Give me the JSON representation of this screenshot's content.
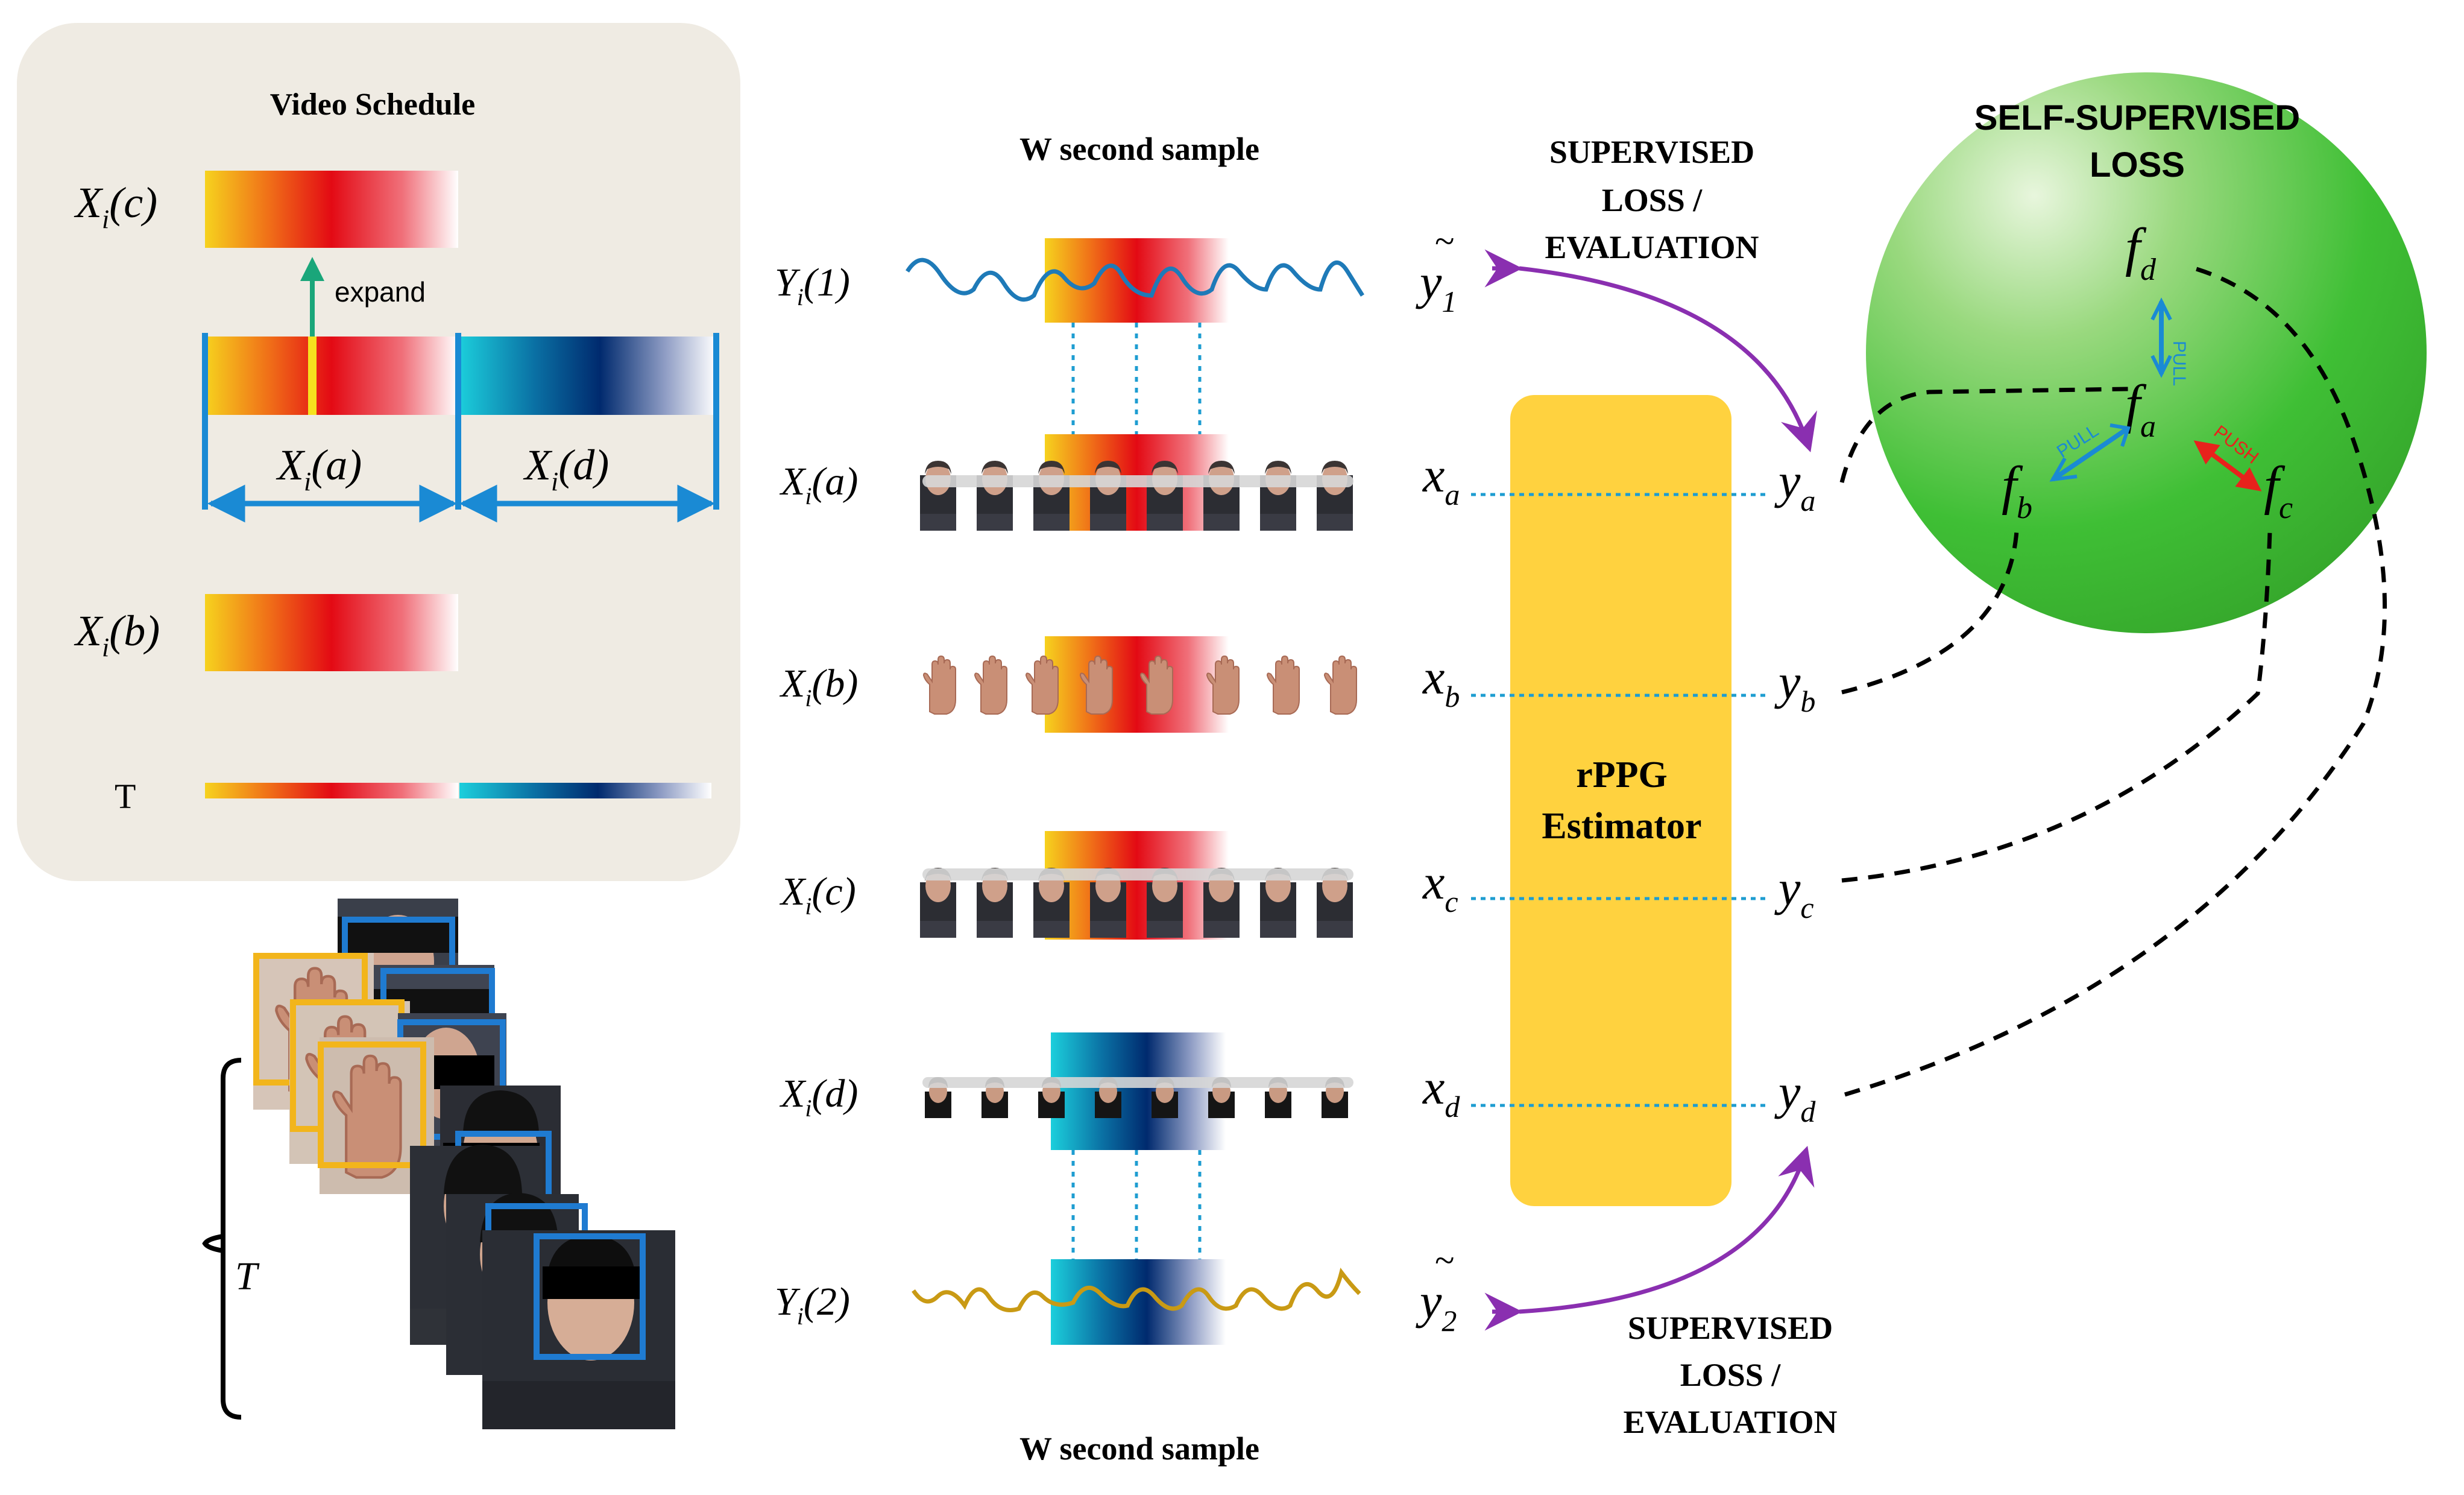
{
  "schedule": {
    "title": "Video Schedule",
    "label_c": {
      "var": "X",
      "sub": "i",
      "arg": "(c)"
    },
    "label_b": {
      "var": "X",
      "sub": "i",
      "arg": "(b)"
    },
    "label_a": {
      "var": "X",
      "sub": "i",
      "arg": "(a)"
    },
    "label_d": {
      "var": "X",
      "sub": "i",
      "arg": "(d)"
    },
    "expand": "expand",
    "t_label": "T"
  },
  "stack": {
    "t_label": "T"
  },
  "samples": {
    "top_title": "W second sample",
    "bottom_title": "W second sample",
    "y1": {
      "var": "Y",
      "sub": "i",
      "arg": "(1)"
    },
    "y2": {
      "var": "Y",
      "sub": "i",
      "arg": "(2)"
    },
    "xa": {
      "var": "X",
      "sub": "i",
      "arg": "(a)"
    },
    "xb": {
      "var": "X",
      "sub": "i",
      "arg": "(b)"
    },
    "xc": {
      "var": "X",
      "sub": "i",
      "arg": "(c)"
    },
    "xd": {
      "var": "X",
      "sub": "i",
      "arg": "(d)"
    }
  },
  "estimator": {
    "line1": "rPPG",
    "line2": "Estimator"
  },
  "inputs": {
    "xa": "a",
    "xb": "b",
    "xc": "c",
    "xd": "d",
    "var": "x"
  },
  "outputs": {
    "ya": "a",
    "yb": "b",
    "yc": "c",
    "yd": "d",
    "var": "y"
  },
  "gt": {
    "var": "y",
    "sub1": "1",
    "sub2": "2"
  },
  "supervised_top": [
    "SUPERVISED",
    "LOSS /",
    "EVALUATION"
  ],
  "supervised_bottom": [
    "SUPERVISED",
    "LOSS /",
    "EVALUATION"
  ],
  "self_supervised": {
    "line1": "SELF-SUPERVISED",
    "line2": "LOSS",
    "fd": "d",
    "fa": "a",
    "fb": "b",
    "fc": "c",
    "var": "f",
    "pull1": "PULL",
    "pull2": "PULL",
    "push": "PUSH"
  },
  "colors": {
    "panel_bg": "#efebe3",
    "estimator": "#ffd23f",
    "ball": "#3fbf35",
    "purple": "#8a2fb0",
    "blue_signal": "#1e7ab8",
    "gold_signal": "#c99a14",
    "arrow_blue": "#1a8ad4",
    "pull": "#1a8ad4",
    "push": "#e8221c",
    "teal_arrow": "#1aa67a",
    "frame_blue": "#1f7bd1",
    "frame_gold": "#f2b51b"
  }
}
